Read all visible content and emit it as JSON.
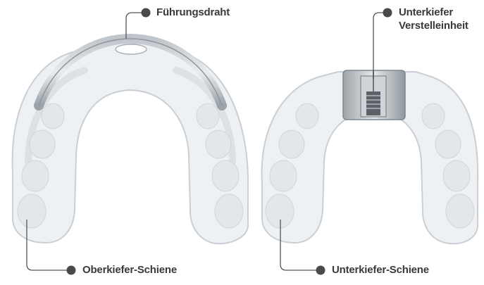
{
  "labels": {
    "guide_wire": "Führungsdraht",
    "lower_jaw_adjuster_line1": "Unterkiefer",
    "lower_jaw_adjuster_line2": "Verstelleinheit",
    "upper_splint": "Oberkiefer-Schiene",
    "lower_splint": "Unterkiefer-Schiene"
  },
  "colors": {
    "text": "#3a3a3a",
    "leader_line": "#555555",
    "marker_dot": "#4a4a4a",
    "splint_fill": "#eef1f3",
    "splint_edge": "#c9cfd4"
  }
}
